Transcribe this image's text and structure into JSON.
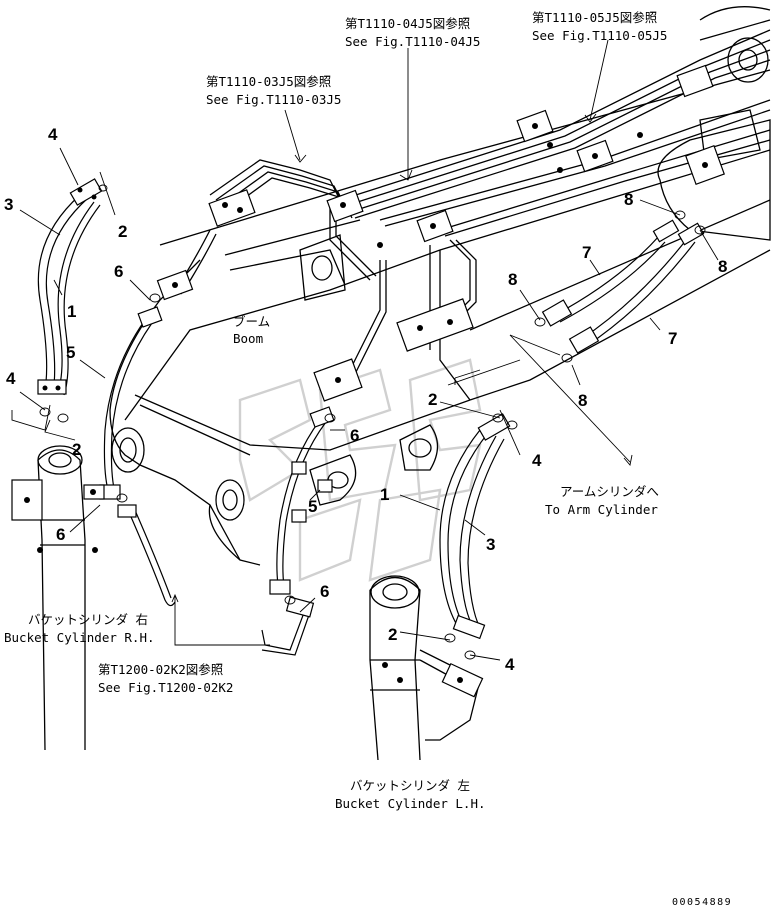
{
  "references": {
    "ref_04j5": {
      "jp": "第T1110-04J5図参照",
      "en": "See Fig.T1110-04J5"
    },
    "ref_05j5": {
      "jp": "第T1110-05J5図参照",
      "en": "See Fig.T1110-05J5"
    },
    "ref_03j5": {
      "jp": "第T1110-03J5図参照",
      "en": "See Fig.T1110-03J5"
    },
    "ref_02k2": {
      "jp": "第T1200-02K2図参照",
      "en": "See Fig.T1200-02K2"
    }
  },
  "labels": {
    "boom": {
      "jp": "ブーム",
      "en": "Boom"
    },
    "arm_cylinder": {
      "jp": "アームシリンダへ",
      "en": "To Arm Cylinder"
    },
    "bucket_rh": {
      "jp": "バケットシリンダ 右",
      "en": "Bucket Cylinder R.H."
    },
    "bucket_lh": {
      "jp": "バケットシリンダ 左",
      "en": "Bucket Cylinder L.H."
    }
  },
  "callouts": [
    "4",
    "3",
    "2",
    "1",
    "6",
    "5",
    "4",
    "2",
    "6",
    "6",
    "5",
    "6",
    "2",
    "4",
    "1",
    "3",
    "2",
    "4",
    "8",
    "8",
    "7",
    "7",
    "8",
    "8"
  ],
  "figure_code": "00054889"
}
